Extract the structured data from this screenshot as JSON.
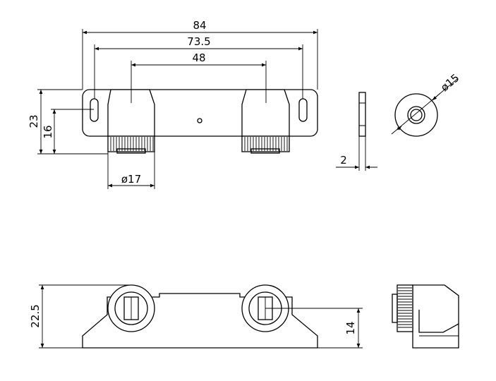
{
  "dimensions": {
    "overall_length": "84",
    "slot_pitch": "73.5",
    "magnet_pitch": "48",
    "height_total": "23",
    "height_body": "16",
    "magnet_diameter": "ø17",
    "plate_thickness": "2",
    "plate_diameter": "ø15",
    "front_height": "22.5",
    "axis_height": "14"
  },
  "colors": {
    "line": "#000000",
    "background": "#ffffff"
  }
}
